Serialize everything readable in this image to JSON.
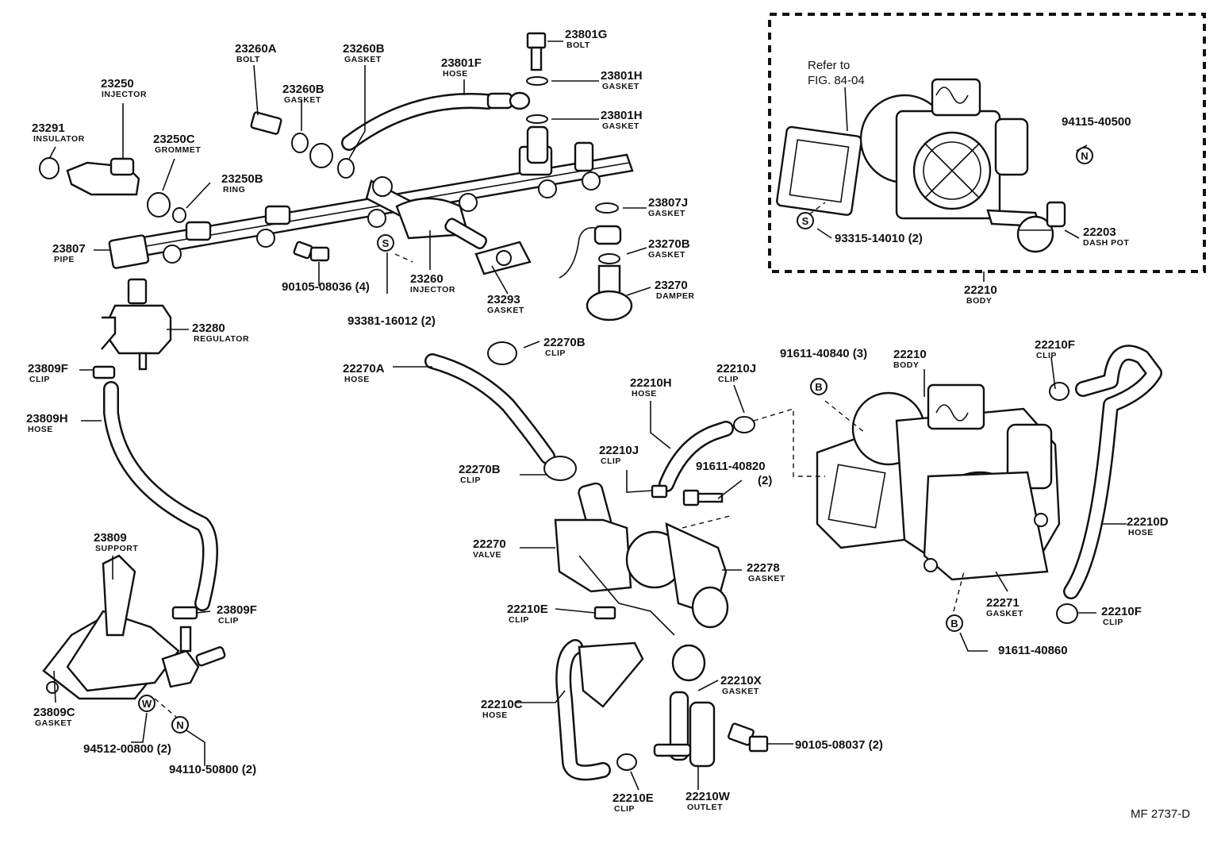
{
  "diagram_code": "MF 2737-D",
  "note": {
    "line1": "Refer to",
    "line2": "FIG. 84-04"
  },
  "labels": {
    "p23260a": {
      "num": "23260A",
      "name": "BOLT"
    },
    "p23260b_top": {
      "num": "23260B",
      "name": "GASKET"
    },
    "p23801f": {
      "num": "23801F",
      "name": "HOSE"
    },
    "p23801g": {
      "num": "23801G",
      "name": "BOLT"
    },
    "p23801h_1": {
      "num": "23801H",
      "name": "GASKET"
    },
    "p23801h_2": {
      "num": "23801H",
      "name": "GASKET"
    },
    "p23250": {
      "num": "23250",
      "name": "INJECTOR"
    },
    "p23260b_mid": {
      "num": "23260B",
      "name": "GASKET"
    },
    "p23291": {
      "num": "23291",
      "name": "INSULATOR"
    },
    "p23250c": {
      "num": "23250C",
      "name": "GROMMET"
    },
    "p23250b": {
      "num": "23250B",
      "name": "RING"
    },
    "p23807j": {
      "num": "23807J",
      "name": "GASKET"
    },
    "p23270b": {
      "num": "23270B",
      "name": "GASKET"
    },
    "p23270": {
      "num": "23270",
      "name": "DAMPER"
    },
    "p23807": {
      "num": "23807",
      "name": "PIPE"
    },
    "p90105_08036": {
      "num": "90105-08036 (4)"
    },
    "p23260": {
      "num": "23260",
      "name": "INJECTOR"
    },
    "p23293": {
      "num": "23293",
      "name": "GASKET"
    },
    "p93381": {
      "num": "93381-16012 (2)"
    },
    "p23280": {
      "num": "23280",
      "name": "REGULATOR"
    },
    "p23809f_1": {
      "num": "23809F",
      "name": "CLIP"
    },
    "p23809h": {
      "num": "23809H",
      "name": "HOSE"
    },
    "p23809": {
      "num": "23809",
      "name": "SUPPORT"
    },
    "p23809f_2": {
      "num": "23809F",
      "name": "CLIP"
    },
    "p23809c": {
      "num": "23809C",
      "name": "GASKET"
    },
    "p94512": {
      "num": "94512-00800 (2)"
    },
    "p94110": {
      "num": "94110-50800 (2)"
    },
    "p94115": {
      "num": "94115-40500"
    },
    "p22203": {
      "num": "22203",
      "name": "DASH POT"
    },
    "p93315": {
      "num": "93315-14010 (2)"
    },
    "p22210_box": {
      "num": "22210",
      "name": "BODY"
    },
    "p22270b_1": {
      "num": "22270B",
      "name": "CLIP"
    },
    "p22270a": {
      "num": "22270A",
      "name": "HOSE"
    },
    "p22210h": {
      "num": "22210H",
      "name": "HOSE"
    },
    "p22210j_1": {
      "num": "22210J",
      "name": "CLIP"
    },
    "p91611_40840": {
      "num": "91611-40840 (3)"
    },
    "p22210_body": {
      "num": "22210",
      "name": "BODY"
    },
    "p22210f_1": {
      "num": "22210F",
      "name": "CLIP"
    },
    "p22270b_2": {
      "num": "22270B",
      "name": "CLIP"
    },
    "p22210j_2": {
      "num": "22210J",
      "name": "CLIP"
    },
    "p91611_40820": {
      "num": "91611-40820",
      "name": "(2)"
    },
    "p22270": {
      "num": "22270",
      "name": "VALVE"
    },
    "p22278": {
      "num": "22278",
      "name": "GASKET"
    },
    "p22210e_1": {
      "num": "22210E",
      "name": "CLIP"
    },
    "p22210c": {
      "num": "22210C",
      "name": "HOSE"
    },
    "p22210x": {
      "num": "22210X",
      "name": "GASKET"
    },
    "p90105_08037": {
      "num": "90105-08037 (2)"
    },
    "p22210e_2": {
      "num": "22210E",
      "name": "CLIP"
    },
    "p22210w": {
      "num": "22210W",
      "name": "OUTLET"
    },
    "p22210d": {
      "num": "22210D",
      "name": "HOSE"
    },
    "p22210f_2": {
      "num": "22210F",
      "name": "CLIP"
    },
    "p22271": {
      "num": "22271",
      "name": "GASKET"
    },
    "p91611_40860": {
      "num": "91611-40860"
    }
  },
  "symbols": {
    "s_box": "S",
    "s_rail": "S",
    "n_box": "N",
    "b_top": "B",
    "b_bottom": "B",
    "w_support": "W",
    "n_support": "N"
  }
}
